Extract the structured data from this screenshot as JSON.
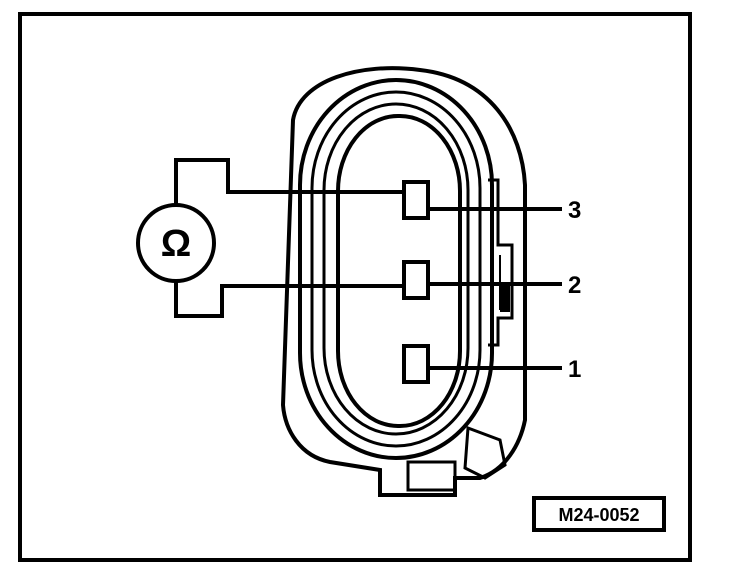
{
  "meter": {
    "symbol": "Ω"
  },
  "pins": [
    {
      "number": "3"
    },
    {
      "number": "2"
    },
    {
      "number": "1"
    }
  ],
  "figure_code": "M24-0052",
  "colors": {
    "ink": "#000000",
    "background": "#ffffff"
  }
}
